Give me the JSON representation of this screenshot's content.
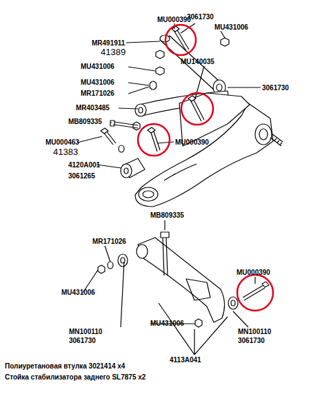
{
  "diagram": {
    "labels": [
      "MU000390",
      "3061730",
      "MR491911",
      "MU431006",
      "41389",
      "MU431006",
      "MU140035",
      "MU431006",
      "3061730",
      "MR171026",
      "MR403485",
      "MB809335",
      "MU000463",
      "MU000390",
      "41383",
      "4120A001",
      "3061265",
      "MB809335",
      "MR171026",
      "MU000390",
      "MU431006",
      "MU431006",
      "MN100110",
      "3061730",
      "MN100110",
      "3061730",
      "4113A041",
      "Полиуретановая втулка 3021414 х4",
      "Стойка стабилизатора заднего SL7875 х2"
    ]
  }
}
